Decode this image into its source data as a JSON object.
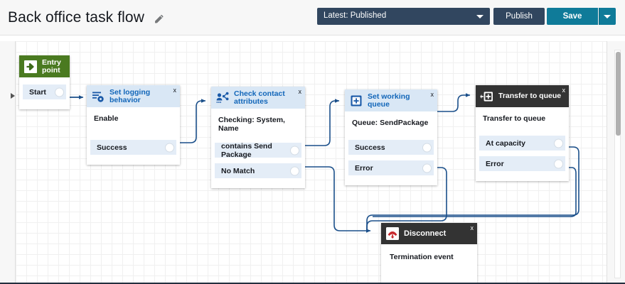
{
  "header": {
    "title": "Back office task flow",
    "edit_icon": "pencil-icon",
    "version_dropdown": "Latest: Published",
    "publish_label": "Publish",
    "save_label": "Save",
    "caret_icon": "chevron-down-icon"
  },
  "colors": {
    "toolbar_dark": "#31465f",
    "save_teal": "#0f7b99",
    "entry_green": "#4a7a20",
    "node_header_light": "#d9e7f5",
    "node_header_dark": "#333333",
    "node_title_blue": "#1266b9",
    "edge_blue": "#1a4f8a",
    "port_row": "#e4edf7"
  },
  "canvas": {
    "collapse_handle_icon": "triangle-right-icon",
    "scrollbar_icon": "vertical-scrollbar"
  },
  "nodes": [
    {
      "id": "entry-point",
      "title": "Entry\npoint",
      "icon": "arrow-into-box-icon",
      "header_style": "green",
      "body": "",
      "close_label": "",
      "ports": [
        "Start"
      ]
    },
    {
      "id": "set-logging-behavior",
      "title": "Set logging\nbehavior",
      "icon": "log-settings-icon",
      "header_style": "light",
      "body": "Enable",
      "close_label": "x",
      "ports": [
        "Success"
      ]
    },
    {
      "id": "check-contact-attributes",
      "title": "Check contact\nattributes",
      "icon": "contact-branch-icon",
      "header_style": "light",
      "body": "Checking: System, Name",
      "close_label": "x",
      "ports": [
        "contains Send Package",
        "No Match"
      ]
    },
    {
      "id": "set-working-queue",
      "title": "Set working queue",
      "icon": "queue-plus-icon",
      "header_style": "light",
      "body": "Queue: SendPackage",
      "close_label": "x",
      "ports": [
        "Success",
        "Error"
      ]
    },
    {
      "id": "transfer-to-queue",
      "title": "Transfer to queue",
      "icon": "transfer-queue-icon",
      "header_style": "dark",
      "body": "Transfer to queue",
      "close_label": "x",
      "ports": [
        "At capacity",
        "Error"
      ]
    },
    {
      "id": "disconnect",
      "title": "Disconnect",
      "icon": "phone-hangup-icon",
      "header_style": "dark",
      "body": "Termination event",
      "close_label": "x",
      "ports": []
    }
  ]
}
